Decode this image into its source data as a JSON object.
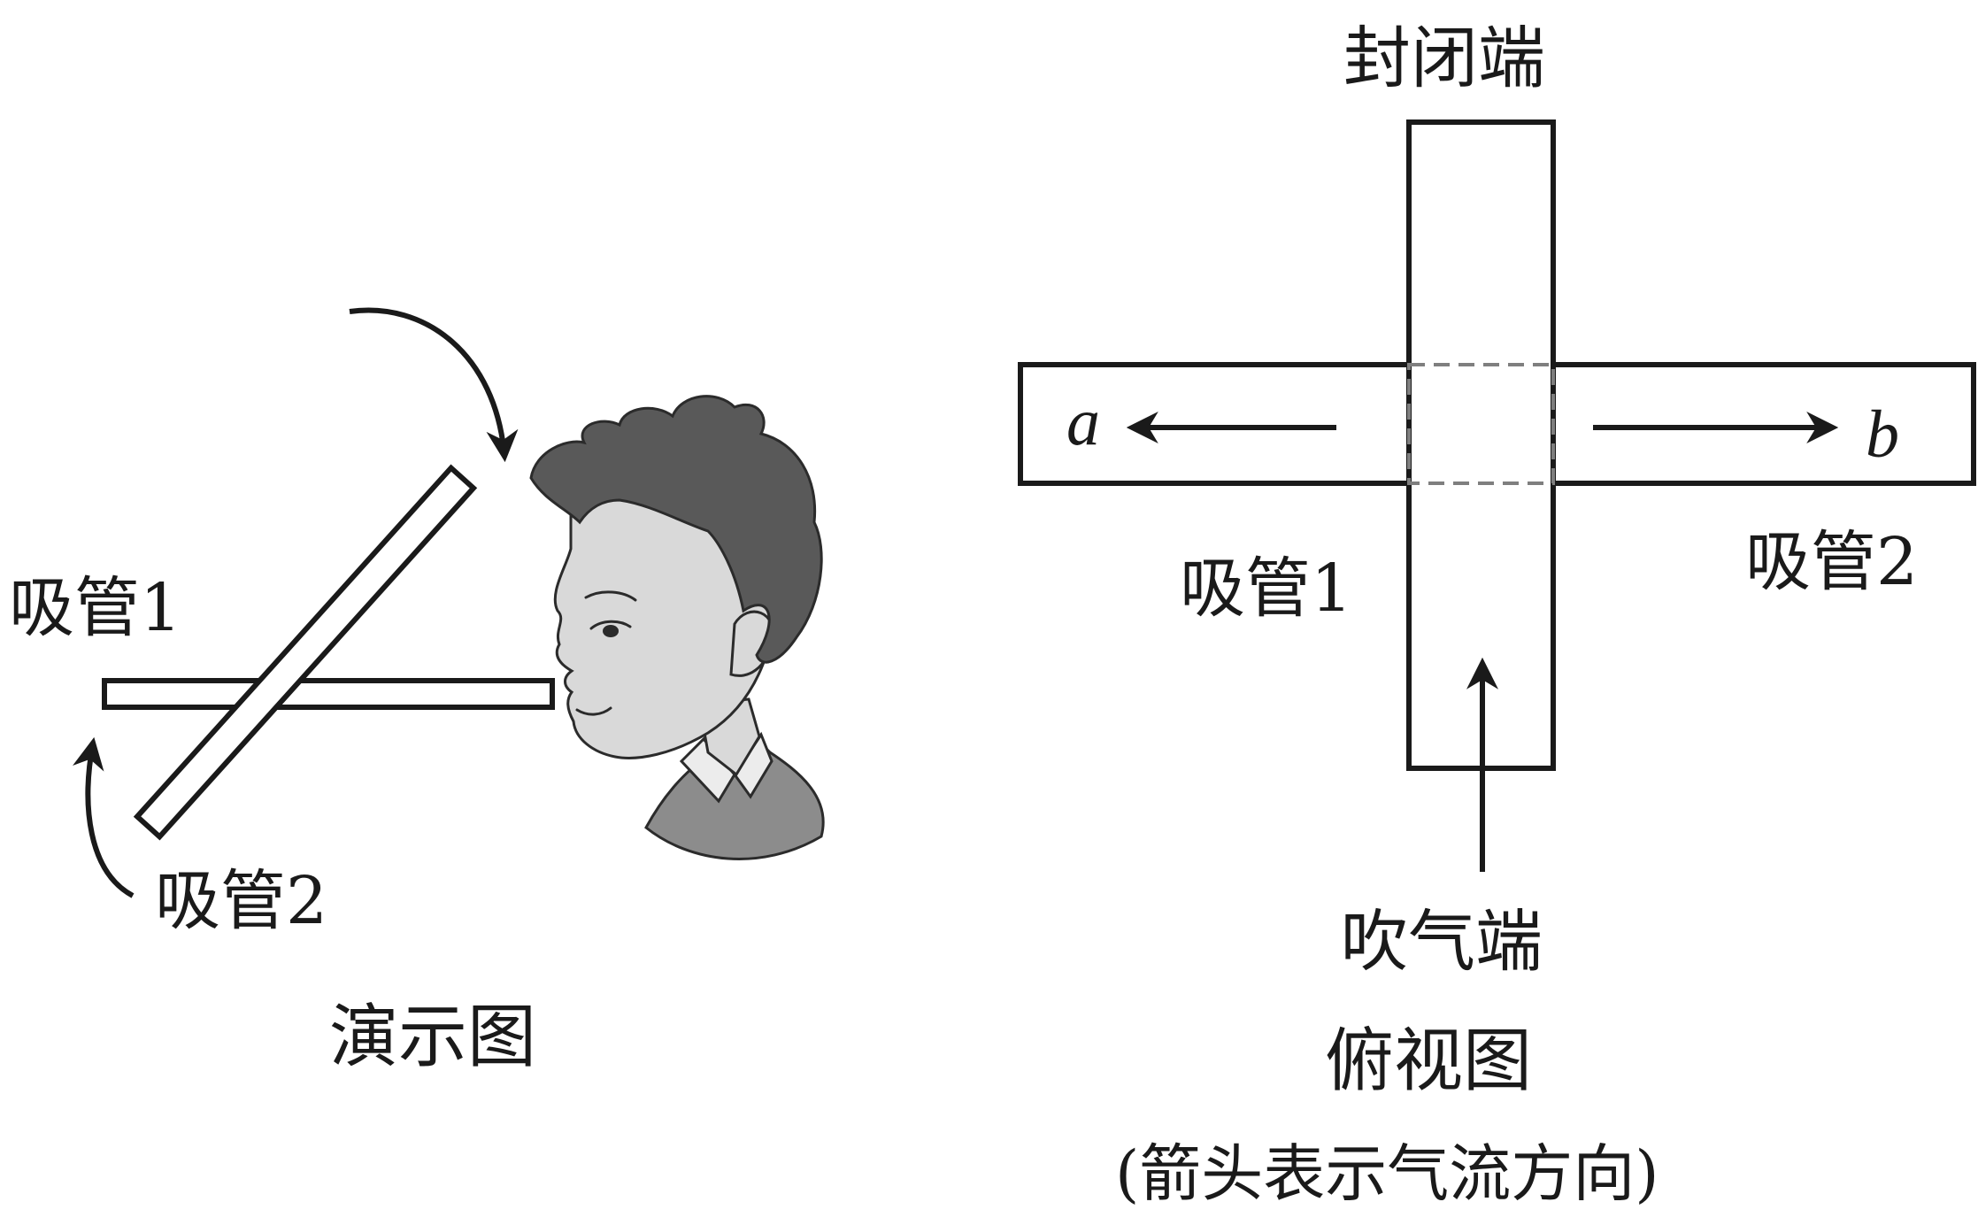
{
  "demo": {
    "tube1_label": "吸管1",
    "tube2_label": "吸管2",
    "caption": "演示图"
  },
  "top_view": {
    "closed_end_label": "封闭端",
    "blow_end_label": "吹气端",
    "tube1_label": "吸管1",
    "tube2_label": "吸管2",
    "end_a_label": "a",
    "end_b_label": "b",
    "caption": "俯视图",
    "note": "(箭头表示气流方向)"
  }
}
